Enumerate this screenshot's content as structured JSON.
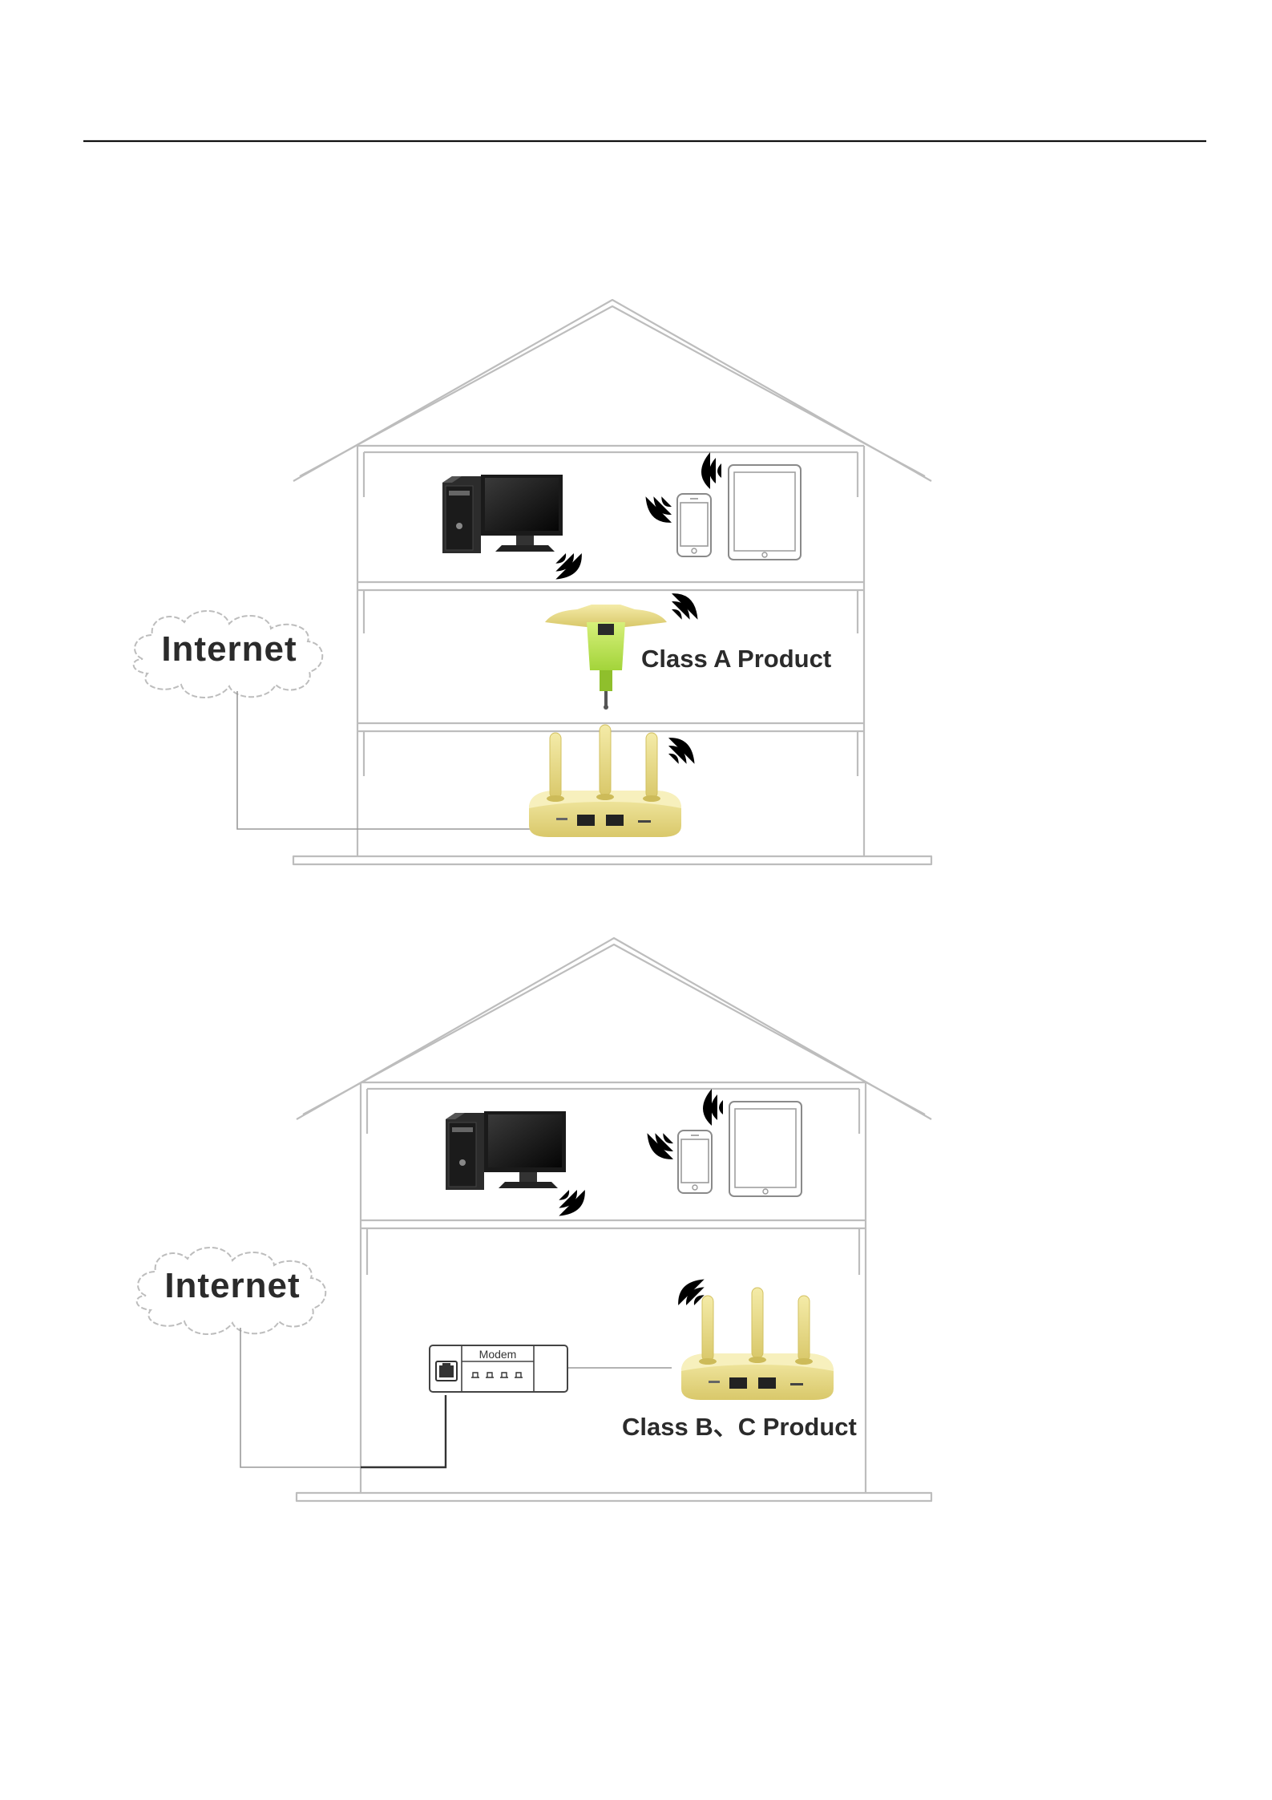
{
  "diagram_1": {
    "internet_label": "Internet",
    "product_label": "Class A Product"
  },
  "diagram_2": {
    "internet_label": "Internet",
    "modem_label": "Modem",
    "product_label": "Class B、C Product"
  },
  "colors": {
    "house_outline": "#bdbdbd",
    "router_gold": "#e9dd8c",
    "repeater_green": "#b7e24a",
    "wifi_waves": "#39a98a"
  },
  "icons": [
    "cloud-icon",
    "desktop-computer-icon",
    "smartphone-icon",
    "tablet-icon",
    "wifi-signal-icon",
    "wireless-router-icon",
    "wall-plug-repeater-icon",
    "modem-icon",
    "ethernet-port-icon"
  ]
}
